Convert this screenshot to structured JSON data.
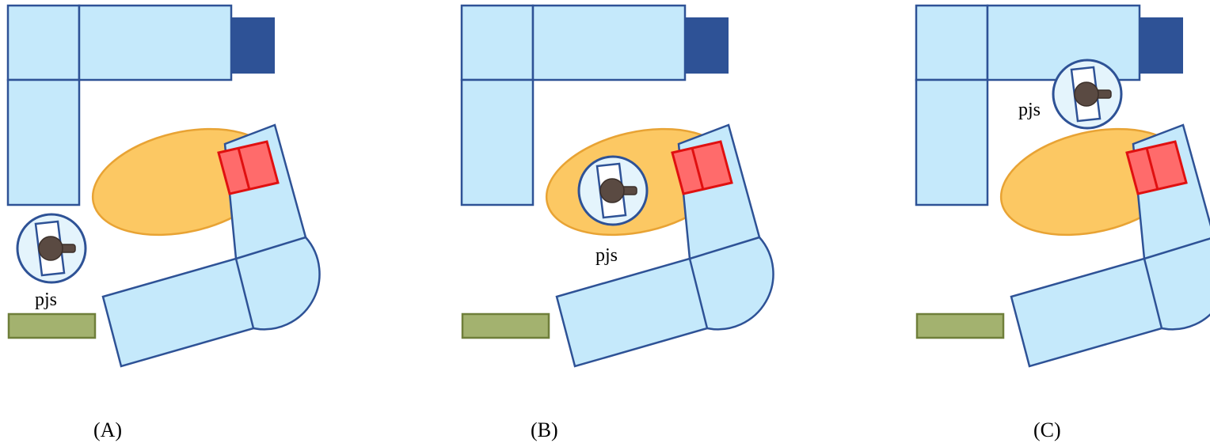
{
  "panels": [
    {
      "caption": "(A)",
      "person_label": "pjs"
    },
    {
      "caption": "(B)",
      "person_label": "pjs"
    },
    {
      "caption": "(C)",
      "person_label": "pjs"
    }
  ],
  "colors": {
    "counter_fill": "#c5e9fb",
    "counter_stroke": "#2e5296",
    "dark_block": "#2e5296",
    "zone_fill": "#fcc863",
    "zone_stroke": "#e8a334",
    "red_fill": "#ff6b6b",
    "red_stroke": "#e01010",
    "bench_fill": "#a3b26f",
    "bench_stroke": "#6f7f3a",
    "robot_fill": "#e4f4fc",
    "robot_head": "#5a4a42"
  },
  "icons": {
    "robot": "robot-topview-icon"
  }
}
